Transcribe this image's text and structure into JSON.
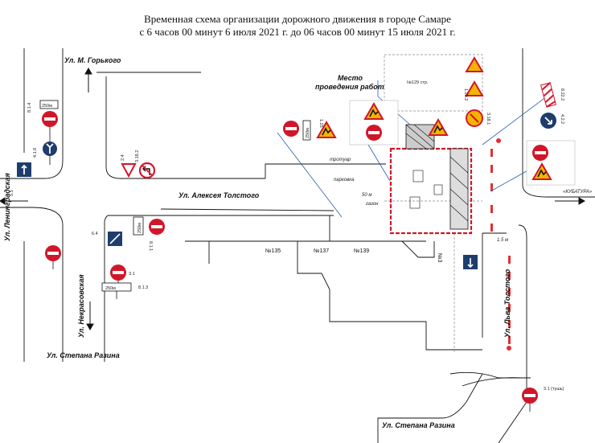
{
  "header": {
    "line1": "Временная схема организации дорожного движения в городе Самаре",
    "line2": "с 6 часов 00 минут 6 июля 2021 г. до 06 часов 00 минут 15 июля 2021 г."
  },
  "streets": {
    "gorkogo": "Ул. М. Горького",
    "leningradskaya": "Ул. Ленинградская",
    "alekseya_tolstogo": "Ул. Алексея Толстого",
    "nekrasovskaya": "Ул. Некрасовская",
    "razina_left": "Ул. Степана Разина",
    "razina_bottom": "Ул. Степана Разина",
    "lva_tolstogo": "Ул. Льва Толстого"
  },
  "work_site": {
    "line1": "Место",
    "line2": "проведения работ"
  },
  "buildings": {
    "b135": "№135",
    "b137": "№137",
    "b139": "№139",
    "b3": "№3",
    "b129": "№129 стр."
  },
  "labels": {
    "trotuar": "тротуар",
    "parkovka": "парковка",
    "gazon": "газон",
    "kubatura": "«КУБАТУРА»",
    "dist_50": "50 м",
    "dist_15": "1.5 м",
    "plate_250_a": "250м",
    "plate_250_b": "250м",
    "plate_250_c": "250м",
    "plate_250_d": "250м"
  },
  "sign_codes": {
    "s_3_1": "3.1",
    "s_8_1_4": "8.1.4",
    "s_4_1_6": "4.1.6",
    "s_5_5": "5.5",
    "s_2_4": "2.4",
    "s_3_18_2": "3.18.2",
    "s_8_1_1": "8.1.1",
    "s_6_4": "6.4",
    "s_8_1_3": "8.1.3",
    "s_1_25": "1.25",
    "s_1_20_2": "1.20.2",
    "s_3_18_1": "3.18.1",
    "s_8_22_2": "8.22.2",
    "s_4_2_2": "4.2.2",
    "s_3_1_tush": "3.1 (тушь)"
  },
  "colors": {
    "accent": "#d0172a",
    "sign_blue": "#1e3d6d",
    "sign_yellow": "#f4b400",
    "fence": "#e03030"
  }
}
